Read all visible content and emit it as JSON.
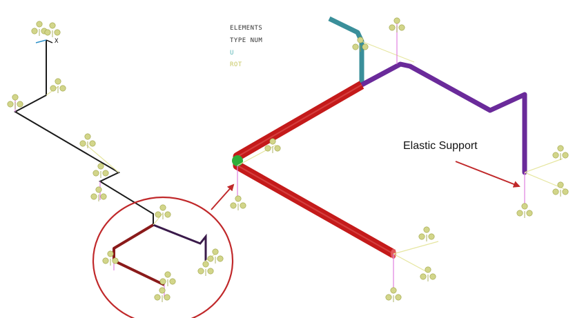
{
  "legend": {
    "line1": "ELEMENTS",
    "line2": "TYPE NUM",
    "line3": "U",
    "line4": "ROT",
    "u_color": "#5fb8b8",
    "rot_color": "#c8c864"
  },
  "triad": {
    "x_label": "X"
  },
  "annotation": {
    "text": "Elastic Support"
  },
  "colors": {
    "pipe_thin": "#1a1a1a",
    "pipe_teal": "#3a8f9a",
    "pipe_red": "#c41a1a",
    "pipe_purple": "#6a2a9a",
    "pipe_dark_purple": "#3a1a4a",
    "pipe_dark_red": "#8a1a1a",
    "elbow_green": "#2fae3a",
    "support_line": "#e6e6a0",
    "support_vertical": "#e080e0",
    "constraint_fill": "#d2d58a",
    "arrow": "#c0282a",
    "circle": "#c0282a"
  }
}
